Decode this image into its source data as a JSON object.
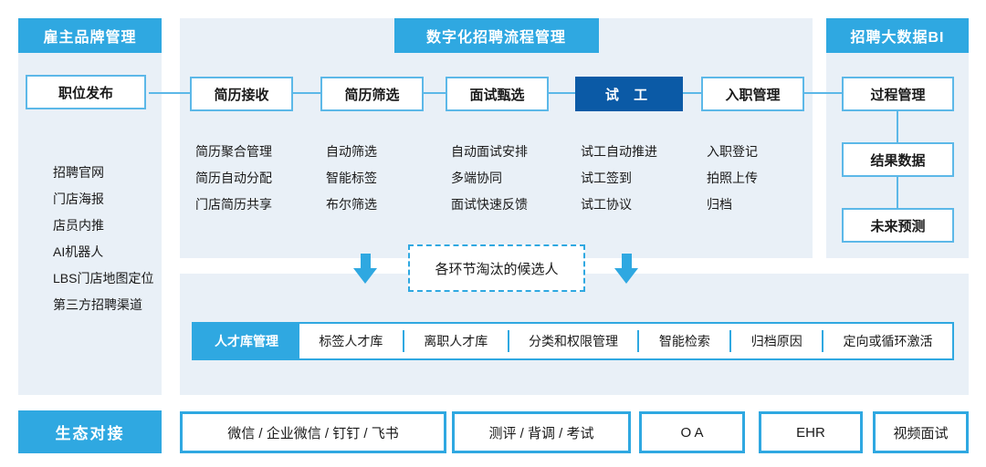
{
  "colors": {
    "accent": "#2FA8E1",
    "dark_blue": "#0B5AA6",
    "panel_bg": "#E9F0F7",
    "line": "#5CB8E8",
    "text": "#1A1A1A"
  },
  "left_panel": {
    "title": "雇主品牌管理",
    "box": "职位发布",
    "items": [
      "招聘官网",
      "门店海报",
      "店员内推",
      "AI机器人",
      "LBS门店地图定位",
      "第三方招聘渠道"
    ]
  },
  "process_panel": {
    "title": "数字化招聘流程管理",
    "stages": [
      {
        "label": "简历接收",
        "highlight": false,
        "items": [
          "简历聚合管理",
          "简历自动分配",
          "门店简历共享"
        ]
      },
      {
        "label": "简历筛选",
        "highlight": false,
        "items": [
          "自动筛选",
          "智能标签",
          "布尔筛选"
        ]
      },
      {
        "label": "面试甄选",
        "highlight": false,
        "items": [
          "自动面试安排",
          "多端协同",
          "面试快速反馈"
        ]
      },
      {
        "label": "试 工",
        "highlight": true,
        "items": [
          "试工自动推进",
          "试工签到",
          "试工协议"
        ]
      },
      {
        "label": "入职管理",
        "highlight": false,
        "items": [
          "入职登记",
          "拍照上传",
          "归档"
        ]
      }
    ]
  },
  "eliminated": {
    "label": "各环节淘汰的候选人"
  },
  "talent_pool": {
    "segments": [
      "人才库管理",
      "标签人才库",
      "离职人才库",
      "分类和权限管理",
      "智能检索",
      "归档原因",
      "定向或循环激活"
    ]
  },
  "bi_panel": {
    "title": "招聘大数据BI",
    "boxes": [
      "过程管理",
      "结果数据",
      "未来预测"
    ]
  },
  "eco_row": {
    "title": "生态对接",
    "boxes": [
      "微信 / 企业微信 / 钉钉 / 飞书",
      "测评 / 背调 / 考试",
      "O A",
      "EHR",
      "视频面试"
    ]
  }
}
